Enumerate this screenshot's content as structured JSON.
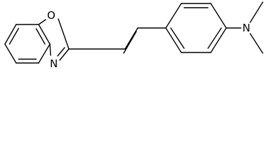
{
  "molecule": {
    "atoms": {
      "oxygen": "O",
      "nitrogen_ring": "N",
      "nitrogen_amine": "N"
    },
    "colors": {
      "bond": "#000000",
      "label": "#000000",
      "background": "#ffffff"
    }
  }
}
